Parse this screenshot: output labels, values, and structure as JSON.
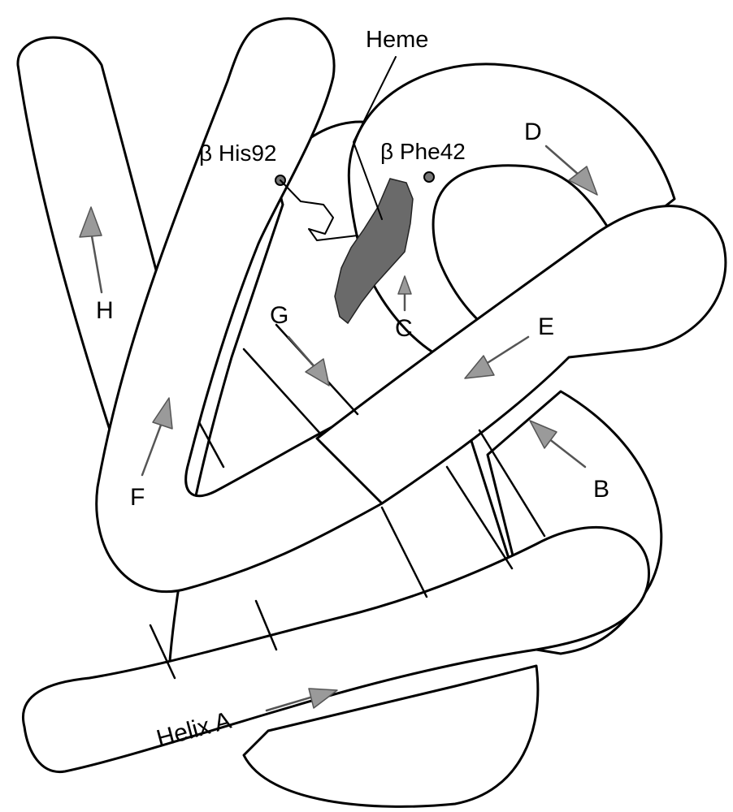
{
  "labels": {
    "heme": "Heme",
    "his92": "β His92",
    "phe42": "β Phe42",
    "helix_a": "Helix A",
    "b": "B",
    "c": "C",
    "d": "D",
    "e": "E",
    "f": "F",
    "g": "G",
    "h": "H"
  }
}
